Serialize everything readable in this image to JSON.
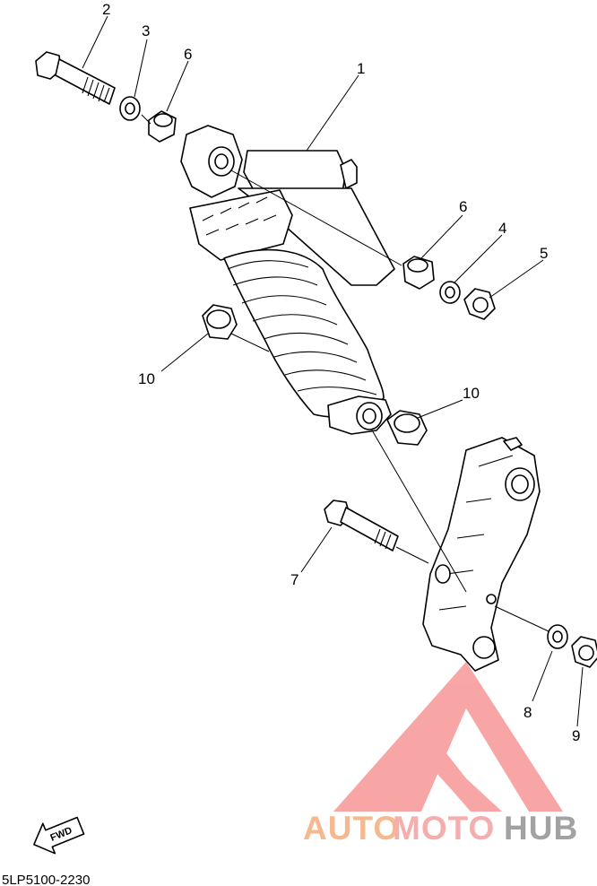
{
  "callouts": [
    "1",
    "2",
    "3",
    "4",
    "5",
    "6",
    "6",
    "7",
    "8",
    "9",
    "10",
    "10"
  ],
  "part_code": "5LP5100-2230",
  "fwd_label": "FWD",
  "watermark": {
    "part1": "AUTO",
    "part2": "MOTO",
    "part3": "HUB",
    "color1": "#f4b183",
    "color2": "#f4a6a6",
    "color3": "#999999",
    "logo_color": "#f25c5c"
  }
}
